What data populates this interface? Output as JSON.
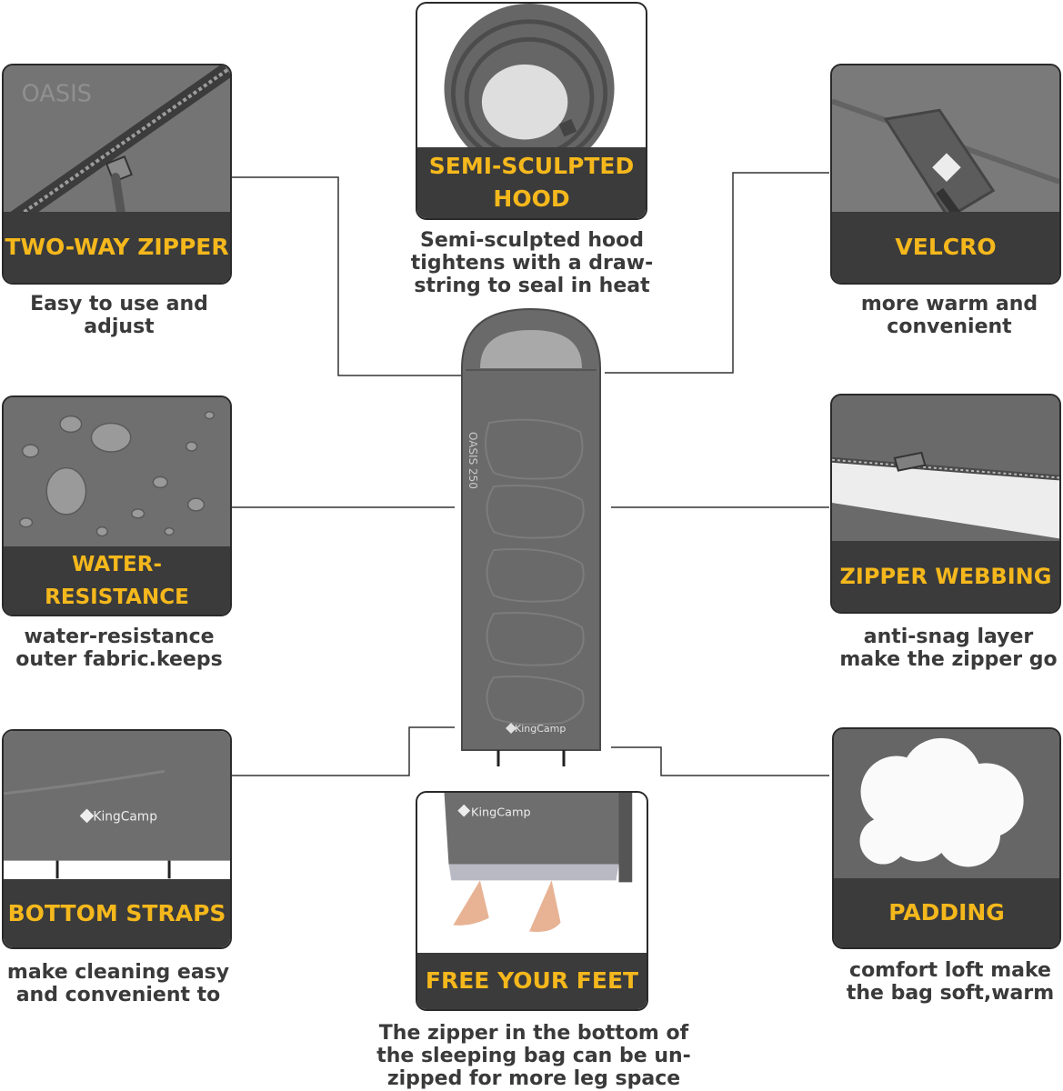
{
  "features": {
    "two_way_zipper": {
      "title": "TWO-WAY ZIPPER",
      "caption": [
        "Easy to use and adjust"
      ]
    },
    "hood": {
      "title": [
        "SEMI-SCULPTED",
        "HOOD"
      ],
      "caption": [
        "Semi-sculpted hood",
        "tightens with a draw-",
        "string to seal in heat"
      ]
    },
    "velcro": {
      "title": "VELCRO",
      "caption": [
        "more warm and",
        "convenient"
      ]
    },
    "water_resistance": {
      "title": "WATER-RESISTANCE",
      "caption": [
        "water-resistance",
        "outer fabric.keeps"
      ]
    },
    "zipper_webbing": {
      "title": "ZIPPER WEBBING",
      "caption": [
        "anti-snag layer",
        "make the zipper go"
      ]
    },
    "bottom_straps": {
      "title": "BOTTOM STRAPS",
      "caption": [
        "make cleaning easy",
        "and convenient to"
      ]
    },
    "free_your_feet": {
      "title": "FREE YOUR FEET",
      "caption": [
        "The zipper in the bottom of",
        "the sleeping bag can be un-",
        "zipped for more leg space"
      ]
    },
    "padding": {
      "title": "PADDING",
      "caption": [
        "comfort loft make",
        "the bag soft,warm"
      ]
    }
  },
  "product": {
    "brand": "KingCamp",
    "model_print": "OASIS 250"
  },
  "colors": {
    "band": "#3b3b3b",
    "title": "#f5b81c",
    "caption": "#3a3a3a",
    "fabric": "#6e6e6e"
  }
}
